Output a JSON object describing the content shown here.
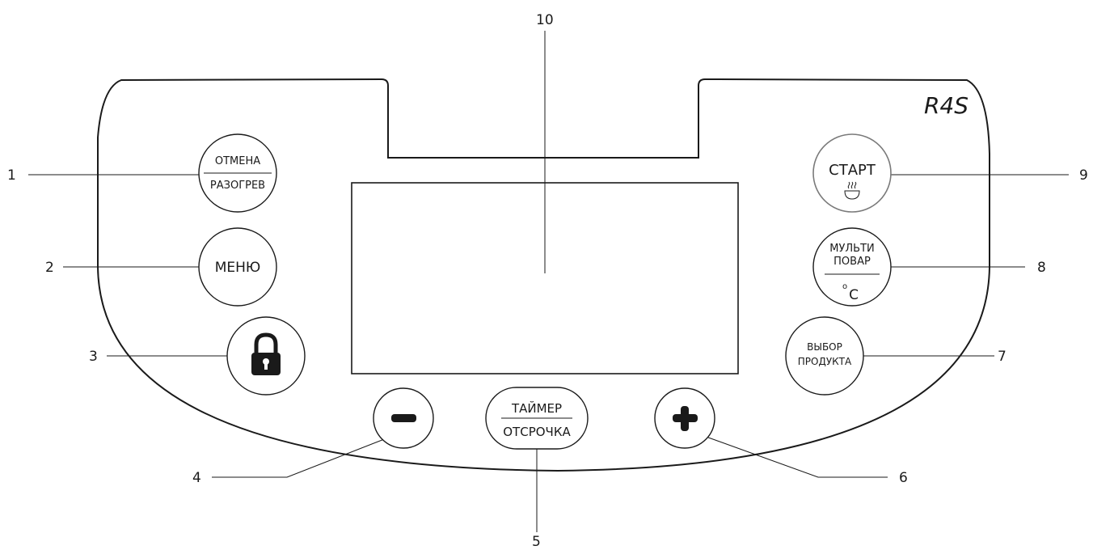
{
  "brand": "R4S",
  "buttons": {
    "cancel_top": "ОТМЕНА",
    "cancel_bottom": "РАЗОГРЕВ",
    "menu": "МЕНЮ",
    "timer_top": "ТАЙМЕР",
    "timer_bottom": "ОТСРОЧКА",
    "start": "СТАРТ",
    "multi_line1": "МУЛЬТИ",
    "multi_line2": "ПОВАР",
    "multi_unit_degree": "o",
    "multi_unit_c": "C",
    "product_line1": "ВЫБОР",
    "product_line2": "ПРОДУКТА"
  },
  "callouts": {
    "n1": "1",
    "n2": "2",
    "n3": "3",
    "n4": "4",
    "n5": "5",
    "n6": "6",
    "n7": "7",
    "n8": "8",
    "n9": "9",
    "n10": "10"
  },
  "icons": {
    "lock": "lock-icon",
    "minus": "minus-icon",
    "plus": "plus-icon",
    "keep_warm": "keep-warm-icon"
  }
}
